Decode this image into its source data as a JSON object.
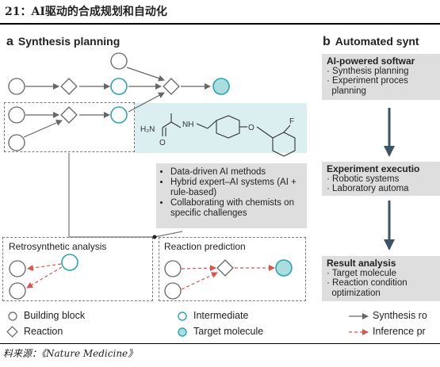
{
  "figure_title": "21：AI驱动的合成规划和自动化",
  "source": "料来源：《Nature Medicine》",
  "panel_a": {
    "letter": "a",
    "title": "Synthesis planning",
    "features": [
      "Data-driven AI methods",
      "Hybrid expert–AI systems (AI + rule-based)",
      "Collaborating with chemists on specific challenges"
    ],
    "retro_label": "Retrosynthetic analysis",
    "prediction_label": "Reaction prediction",
    "molecule": {
      "nh2": "H₂N",
      "o": "O",
      "nh": "NH",
      "f": "F"
    }
  },
  "panel_b": {
    "letter": "b",
    "title": "Automated synt",
    "steps": [
      {
        "title": "AI-powered softwar",
        "items": [
          "Synthesis planning",
          "Experiment proces",
          "planning"
        ]
      },
      {
        "title": "Experiment executio",
        "items": [
          "Robotic systems",
          "Laboratory automa"
        ]
      },
      {
        "title": "Result analysis",
        "items": [
          "Target molecule",
          "Reaction condition",
          "optimization"
        ]
      }
    ]
  },
  "legend": {
    "building_block": "Building block",
    "reaction": "Reaction",
    "intermediate": "Intermediate",
    "target_molecule": "Target molecule",
    "synthesis_route": "Synthesis ro",
    "inference": "Inference pr"
  },
  "colors": {
    "teal": "#2fa3b0",
    "target_fill": "#a9dde0",
    "inference_red": "#d9534f",
    "arrow_blue": "#3d5468",
    "panel_grey": "#dedede",
    "teal_box": "#dbeff0"
  }
}
